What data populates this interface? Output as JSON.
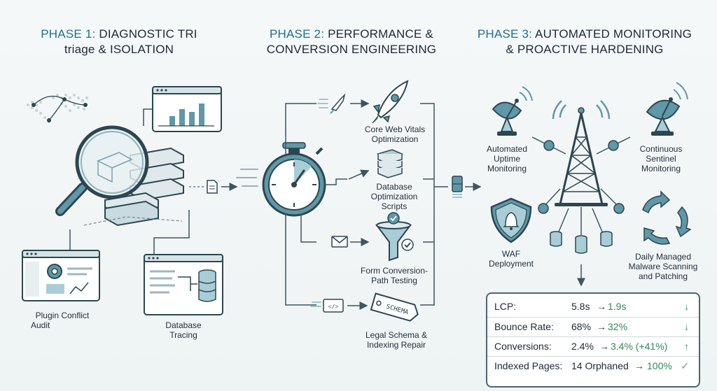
{
  "phases": [
    {
      "number": "PHASE 1:",
      "line1": "DIAGNOSTIC TRI",
      "line2": "triage & ISOLATION"
    },
    {
      "number": "PHASE 2:",
      "line1": "PERFORMANCE &",
      "line2": "CONVERSION ENGINEERING"
    },
    {
      "number": "PHASE 3:",
      "line1": "AUTOMATED MONITORING",
      "line2": "& PROACTIVE HARDENING"
    }
  ],
  "phase1_items": {
    "plugin_audit": [
      "Plugin Conflict",
      "Audit"
    ],
    "db_tracing": [
      "Database",
      "Tracing"
    ]
  },
  "phase2_items": {
    "cwv": [
      "Core Web Vitals",
      "Optimization"
    ],
    "db_scripts": [
      "Database",
      "Optimization",
      "Scripts"
    ],
    "form_testing": [
      "Form Conversion-",
      "Path Testing"
    ],
    "schema": [
      "Legal Schema &",
      "Indexing Repair"
    ],
    "schema_tag": "SCHEMA",
    "code_icon": "</>"
  },
  "phase3_items": {
    "uptime": [
      "Automated",
      "Uptime",
      "Monitoring"
    ],
    "sentinel": [
      "Continuous",
      "Sentinel",
      "Monitoring"
    ],
    "waf": [
      "WAF",
      "Deployment"
    ],
    "malware": [
      "Daily Managed",
      "Malware Scanning",
      "and Patching"
    ]
  },
  "metrics": [
    {
      "label": "LCP:",
      "before": "5.8s",
      "arrow": "→",
      "after": "1.9s",
      "trend": "↓"
    },
    {
      "label": "Bounce Rate:",
      "before": "68%",
      "arrow": "→",
      "after": "32%",
      "trend": "↓"
    },
    {
      "label": "Conversions:",
      "before": "2.4%",
      "arrow": "→",
      "after": "3.4% (+41%)",
      "trend": "↑"
    },
    {
      "label": "Indexed Pages:",
      "before": "14 Orphaned",
      "arrow": "→",
      "after": "100%",
      "trend": "✓"
    }
  ],
  "colors": {
    "accent": "#1f6f8b",
    "teal": "#3f7f8f",
    "teal_light": "#a9cdd6",
    "line": "#3d5560",
    "positive": "#2e8b57"
  },
  "icons": [
    "world-map-icon",
    "magnifier-icon",
    "server-stack-icon",
    "bar-chart-window-icon",
    "gear-window-icon",
    "database-window-icon",
    "stopwatch-icon",
    "rocket-icon",
    "database-icon",
    "funnel-icon",
    "envelope-icon",
    "schema-tag-icon",
    "code-doc-icon",
    "satellite-dish-icon",
    "radio-tower-icon",
    "shield-bell-icon",
    "refresh-cycle-icon"
  ]
}
